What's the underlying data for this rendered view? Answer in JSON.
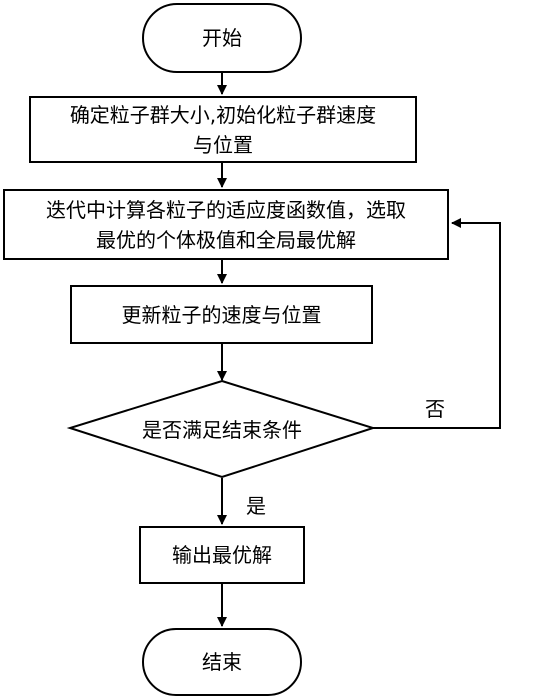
{
  "nodes": {
    "start": "开始",
    "init": [
      "确定粒子群大小,初始化粒子群速度",
      "与位置"
    ],
    "evaluate": [
      "迭代中计算各粒子的适应度函数值，选取",
      "最优的个体极值和全局最优解"
    ],
    "update": "更新粒子的速度与位置",
    "decision": "是否满足结束条件",
    "output": "输出最优解",
    "end": "结束"
  },
  "edge_labels": {
    "no": "否",
    "yes": "是"
  }
}
